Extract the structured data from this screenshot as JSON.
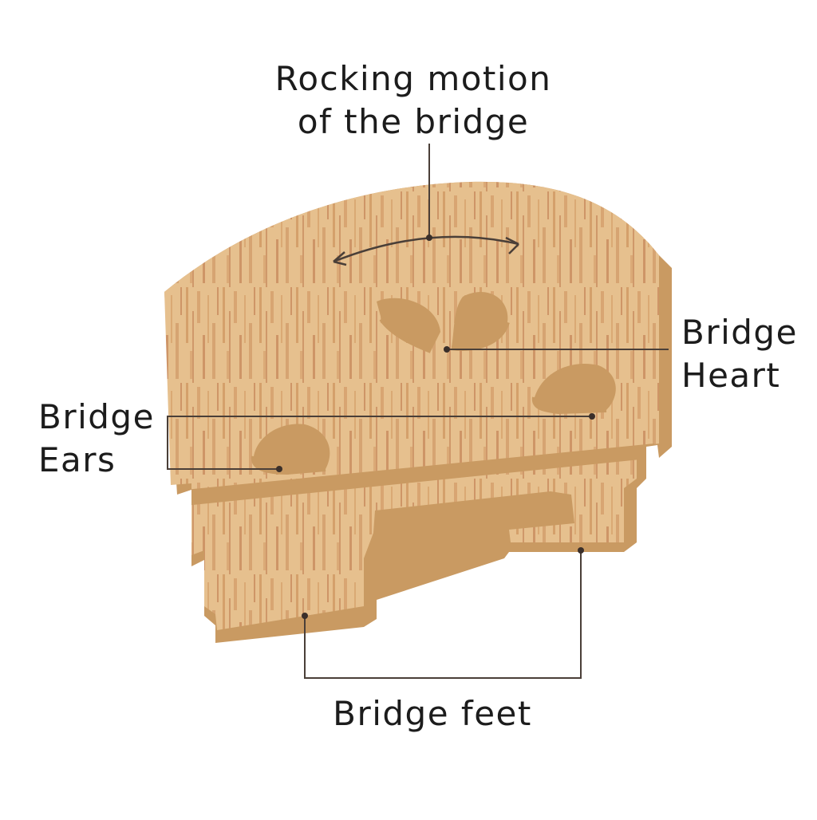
{
  "labels": {
    "rocking": {
      "line1": "Rocking motion",
      "line2": "of the bridge"
    },
    "heart": {
      "line1": "Bridge",
      "line2": "Heart"
    },
    "ears": {
      "line1": "Bridge",
      "line2": "Ears"
    },
    "feet": {
      "line1": "Bridge feet"
    }
  },
  "colors": {
    "background": "#ffffff",
    "wood_face": "#e6c08e",
    "wood_edge": "#c99a62",
    "wood_grain": "#b5693f",
    "leader_line": "#4a3f38",
    "text": "#1c1c1c"
  }
}
